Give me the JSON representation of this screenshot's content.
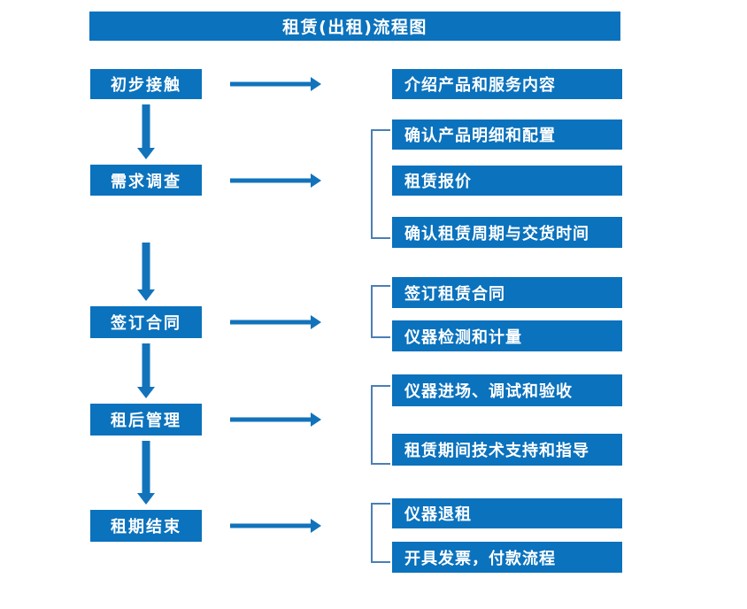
{
  "diagram": {
    "title": "租赁(出租)流程图",
    "colors": {
      "box_fill": "#0b72bd",
      "box_text": "#ffffff",
      "arrow": "#1273bb",
      "bracket": "#4a7fb5",
      "background": "#ffffff"
    },
    "stages": [
      {
        "label": "初步接触"
      },
      {
        "label": "需求调查"
      },
      {
        "label": "签订合同"
      },
      {
        "label": "租后管理"
      },
      {
        "label": "租期结束"
      }
    ],
    "details": {
      "group1": [
        {
          "label": "介绍产品和服务内容"
        }
      ],
      "group2": [
        {
          "label": "确认产品明细和配置"
        },
        {
          "label": "租赁报价"
        },
        {
          "label": "确认租赁周期与交货时间"
        }
      ],
      "group3": [
        {
          "label": "签订租赁合同"
        },
        {
          "label": "仪器检测和计量"
        }
      ],
      "group4": [
        {
          "label": "仪器进场、调试和验收"
        },
        {
          "label": "租赁期间技术支持和指导"
        }
      ],
      "group5": [
        {
          "label": "仪器退租"
        },
        {
          "label": "开具发票，付款流程"
        }
      ]
    }
  }
}
